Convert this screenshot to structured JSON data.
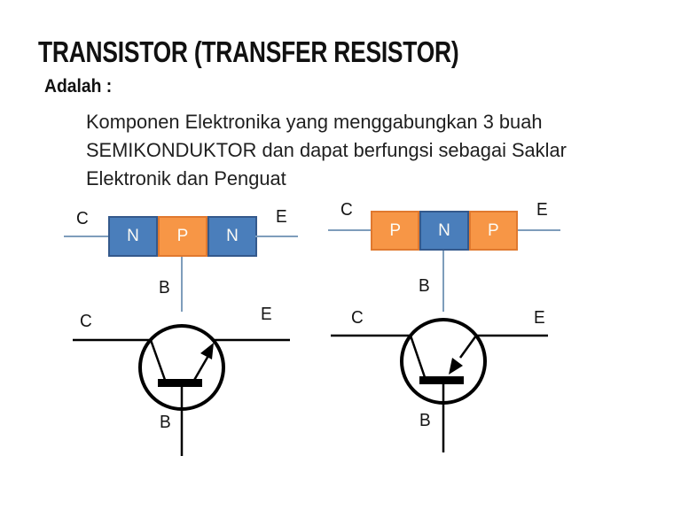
{
  "slide": {
    "title": "TRANSISTOR (TRANSFER RESISTOR)",
    "subtitle": "Adalah :",
    "body": "Komponen Elektronika yang menggabungkan 3 buah SEMIKONDUKTOR dan dapat berfungsi sebagai Saklar Elektronik dan Penguat"
  },
  "colors": {
    "n_type_fill": "#4A7EBB",
    "n_type_border": "#34598C",
    "p_type_fill": "#F79646",
    "p_type_border": "#E0792F",
    "lead_line": "#7E9DBB",
    "symbol_line": "#000000",
    "text": "#1A1A1A"
  },
  "npn_block_diagram": {
    "collector_label": "C",
    "emitter_label": "E",
    "base_label": "B",
    "segments": [
      {
        "label": "N"
      },
      {
        "label": "P"
      },
      {
        "label": "N"
      }
    ]
  },
  "pnp_block_diagram": {
    "collector_label": "C",
    "emitter_label": "E",
    "base_label": "B",
    "segments": [
      {
        "label": "P"
      },
      {
        "label": "N"
      },
      {
        "label": "P"
      }
    ]
  },
  "npn_symbol": {
    "collector_label": "C",
    "emitter_label": "E",
    "base_label": "B"
  },
  "pnp_symbol": {
    "collector_label": "C",
    "emitter_label": "E",
    "base_label": "B"
  }
}
